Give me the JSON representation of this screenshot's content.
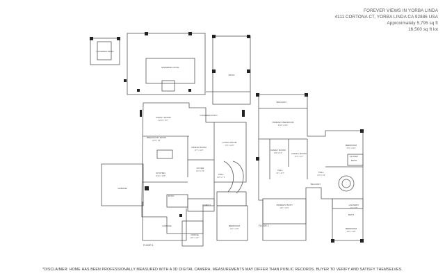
{
  "header": {
    "title": "FOREVER VIEWS IN YORBA LINDA",
    "address": "4111 CORTONA CT, YORBA LINDA CA 92886 USA",
    "area": "Approximately 5,795 sq ft",
    "lot": "16,500 sq ft lot"
  },
  "disclaimer": "*DISCLAIMER: HOME HAS BEEN PROFESSIONALLY MEASURED WITH A 3D DIGITAL CAMERA. MEASUREMENTS MAY DIFFER THAN PUBLIC RECORDS. BUYER TO VERIFY AND SATISFY THEMSELVES.",
  "floor1": {
    "label": "FLOOR 1",
    "rooms": {
      "covered_patio_top": "COVERED PATIO",
      "swimming_pool": "SWIMMING POOL",
      "patio": "PATIO",
      "covered_patio": "COVERED PATIO",
      "family_room": {
        "name": "FAMILY ROOM",
        "dim": "22'10\" x 15'7\""
      },
      "breakfast_nook": {
        "name": "BREAKFAST NOOK",
        "dim": "10'0\" x 9'3\""
      },
      "dining_room": {
        "name": "DINING ROOM",
        "dim": "13'7\" x 11'3\""
      },
      "living_room": {
        "name": "LIVING ROOM",
        "dim": "17'6\" x 19'3\""
      },
      "kitchen": {
        "name": "KITCHEN",
        "dim": "22'10\" x 14'5\""
      },
      "foyer": {
        "name": "FOYER",
        "dim": "10'3\" x 9'6\""
      },
      "hall": {
        "name": "HALL",
        "dim": "15'6\" x 7'2\""
      },
      "garage_left": "GARAGE",
      "garage_bottom": "GARAGE",
      "patio_mid": "PATIO",
      "porch": "PORCH",
      "office": {
        "name": "OFFICE",
        "dim": "12'3\" x 11'7\""
      },
      "bedroom": {
        "name": "BEDROOM",
        "dim": "12'1\" x 12'9\""
      }
    }
  },
  "floor2": {
    "label": "FLOOR 2",
    "rooms": {
      "balcony_top": "BALCONY",
      "primary_bedroom": {
        "name": "PRIMARY BEDROOM",
        "dim": "22'10\" x 18'1\""
      },
      "family_room_a": {
        "name": "FAMILY ROOM",
        "dim": "10'8\" x 8'2\""
      },
      "family_room_b": {
        "name": "FAMILY ROOM",
        "dim": "11'3\" x 10'7\""
      },
      "bedroom_a": {
        "name": "BEDROOM",
        "dim": "17'2\" x 15'3\""
      },
      "closet_a": "CLOSET",
      "bath_a": "BATH",
      "hall_a": {
        "name": "HALL",
        "dim": "4'3\" x 10'7\""
      },
      "hall_b": {
        "name": "HALL",
        "dim": "37'8\" x 6'6\""
      },
      "balcony_mid": "BALCONY",
      "primary_bath": {
        "name": "PRIMARY BATH",
        "dim": "12'0\" x 21'4\""
      },
      "laundry": {
        "name": "LAUNDRY",
        "dim": "6'1\" x 5'5\""
      },
      "bath_b": "BATH",
      "bedroom_b": {
        "name": "BEDROOM",
        "dim": "14'8\" x 14'8\""
      }
    }
  }
}
